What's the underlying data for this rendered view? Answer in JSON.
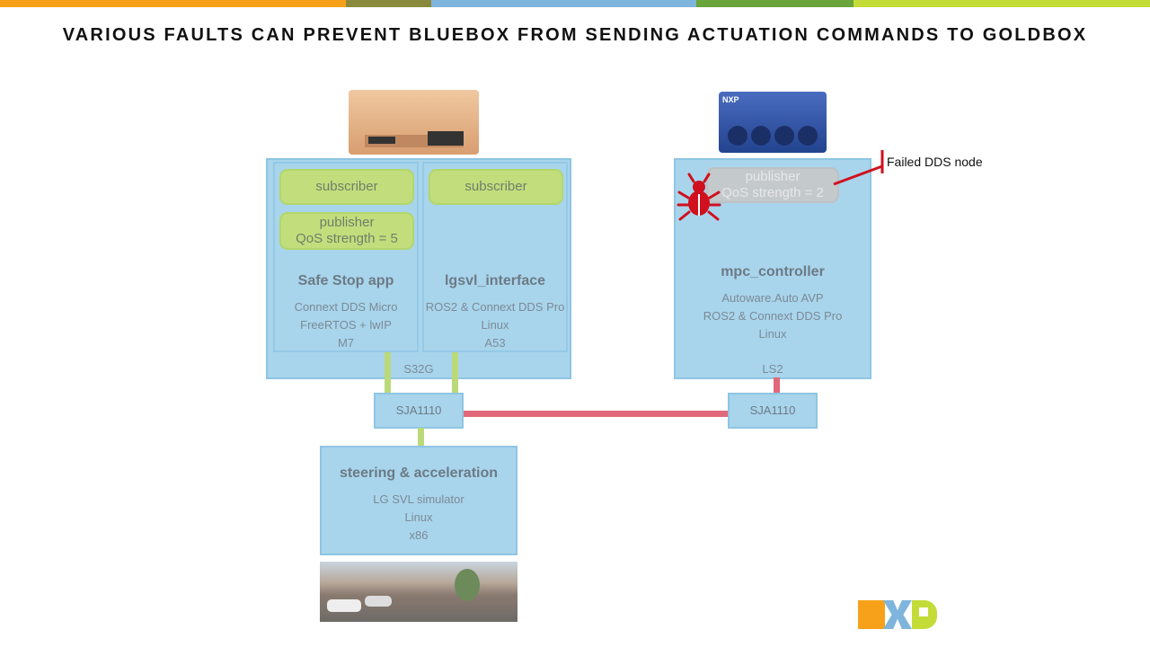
{
  "title": "VARIOUS FAULTS CAN PREVENT BLUEBOX FROM SENDING ACTUATION COMMANDS TO GOLDBOX",
  "colors": {
    "orange": "#f7a11a",
    "olive": "#8a8a3c",
    "blue": "#7fb5dc",
    "green": "#6aa53c",
    "lime": "#c4dc38",
    "box": "#a8d5ec",
    "pill": "#c2de7c",
    "fault": "#d0101e"
  },
  "goldbox": {
    "board": "S32G",
    "safe_stop": {
      "subscriber": "subscriber",
      "publisher": "publisher",
      "qos": "QoS strength = 5",
      "name": "Safe Stop app",
      "lines": [
        "Connext DDS Micro",
        "FreeRTOS + lwIP",
        "M7"
      ]
    },
    "lgsvl": {
      "subscriber": "subscriber",
      "name": "lgsvl_interface",
      "lines": [
        "ROS2 & Connext DDS Pro",
        "Linux",
        "A53"
      ]
    }
  },
  "bluebox": {
    "board": "LS2",
    "publisher": "publisher",
    "qos": "QoS strength = 2",
    "name": "mpc_controller",
    "lines": [
      "Autoware.Auto AVP",
      "ROS2 & Connext DDS Pro",
      "Linux"
    ],
    "logo": "NXP"
  },
  "switches": {
    "left": "SJA1110",
    "right": "SJA1110"
  },
  "simulator": {
    "name": "steering & acceleration",
    "lines": [
      "LG SVL simulator",
      "Linux",
      "x86"
    ]
  },
  "annotation": "Failed DDS node",
  "logo": "NXP"
}
